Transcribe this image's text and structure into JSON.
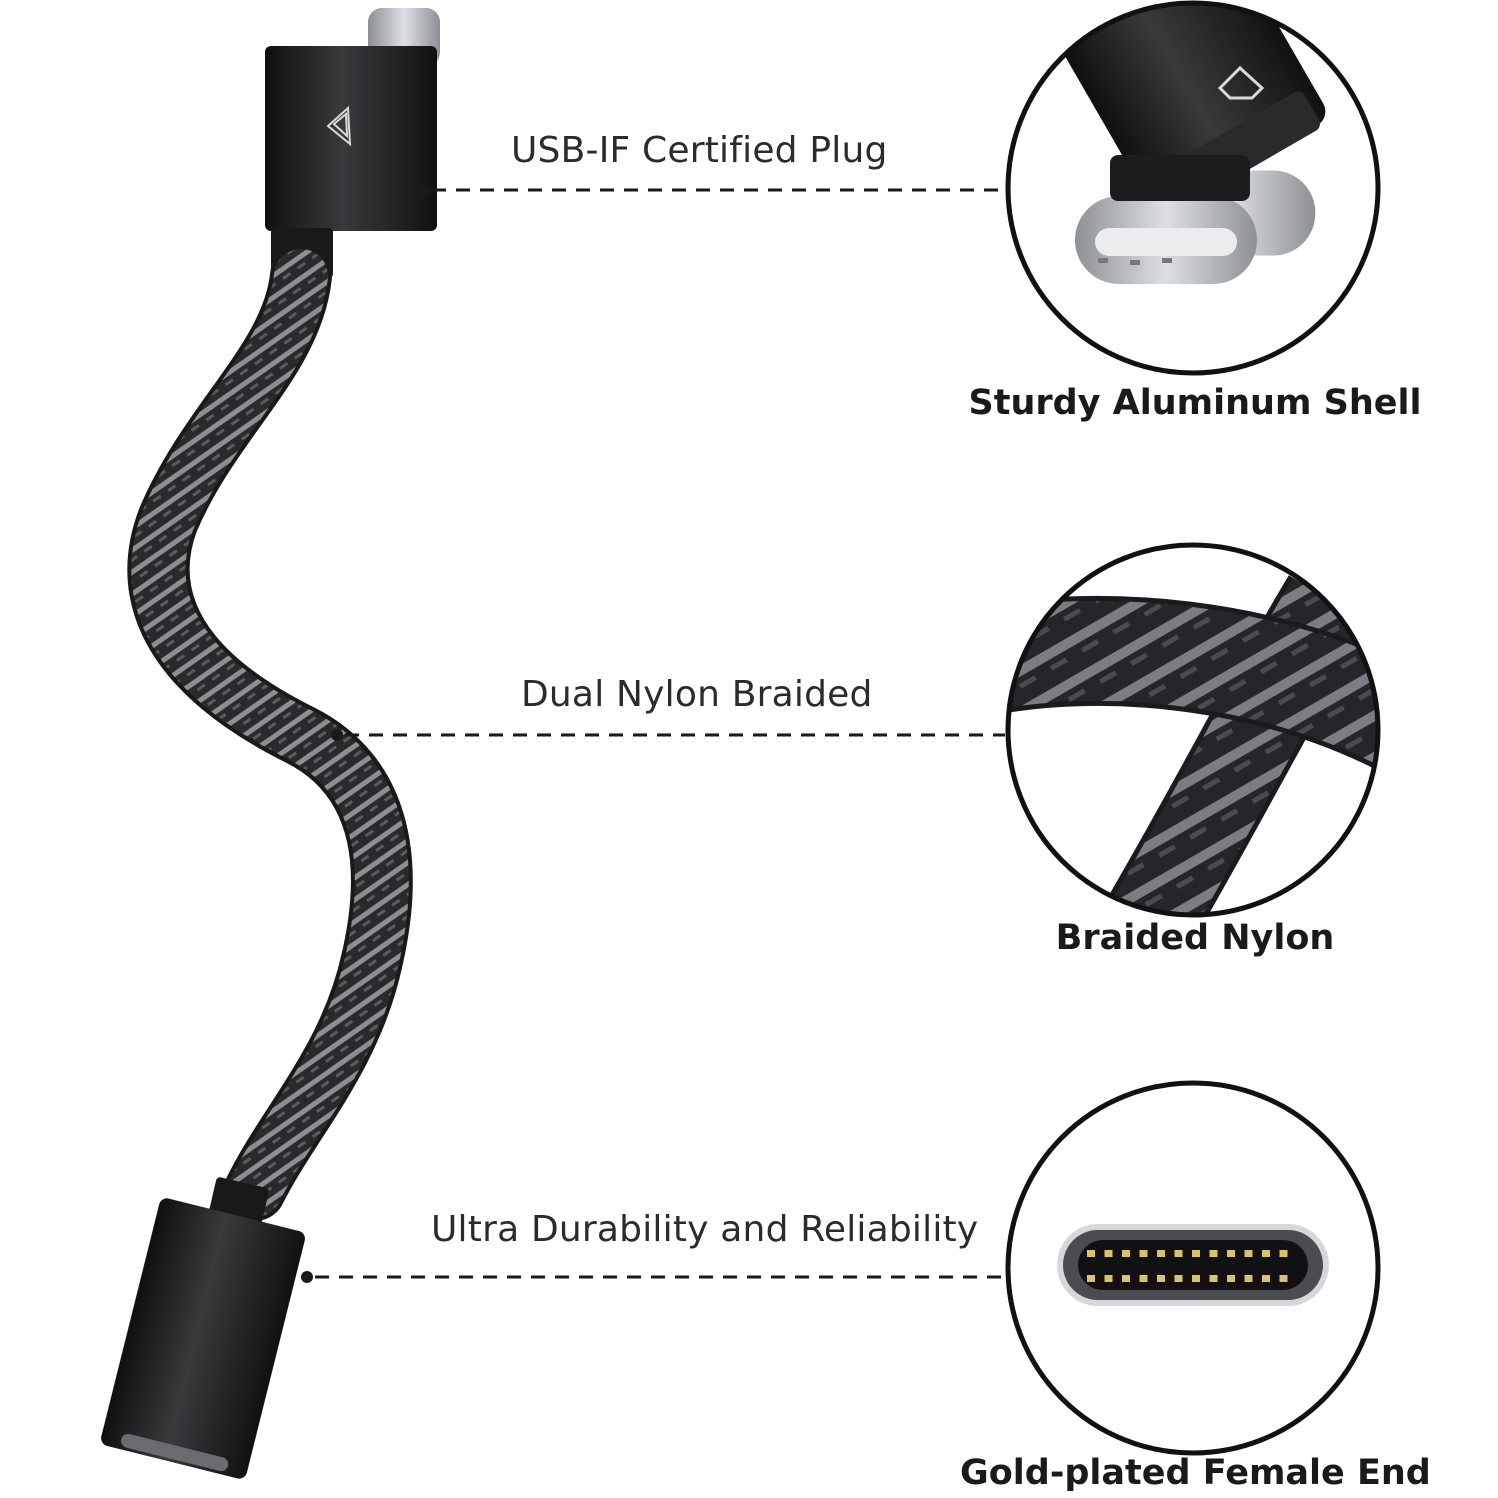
{
  "callouts": [
    {
      "label": "USB-IF Certified Plug"
    },
    {
      "label": "Dual Nylon Braided"
    },
    {
      "label": "Ultra Durability and Reliability"
    }
  ],
  "details": [
    {
      "caption": "Sturdy Aluminum Shell",
      "icon": "usb-c-plug-closeup"
    },
    {
      "caption": "Braided Nylon",
      "icon": "braided-cable-closeup"
    },
    {
      "caption": "Gold-plated Female End",
      "icon": "usb-c-port-closeup"
    }
  ],
  "colors": {
    "shell": "#1c1c1e",
    "braid_dark": "#2a2a2c",
    "braid_light": "#8e8e92",
    "connector_metal": "#b9bcc1",
    "gold_pins": "#d8c46a",
    "line": "#1a1a1a"
  }
}
